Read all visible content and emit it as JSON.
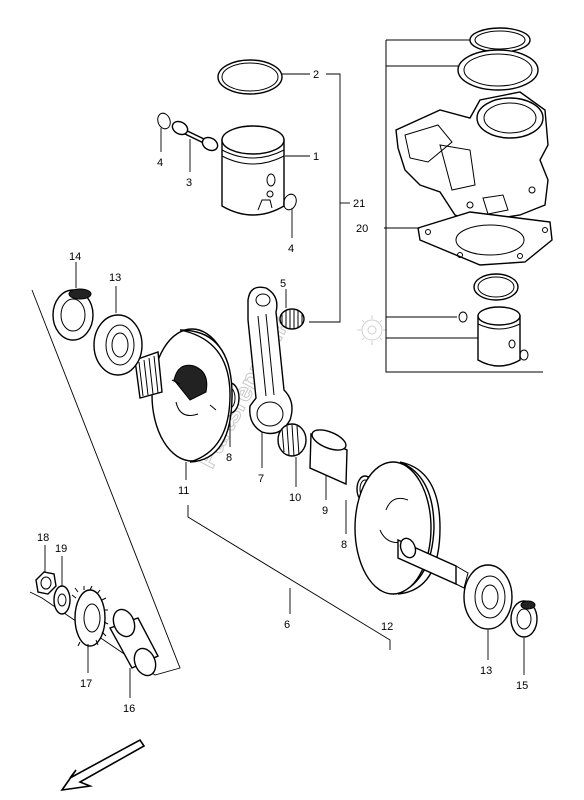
{
  "watermark": "Partsrepublik",
  "callouts": {
    "c1": "1",
    "c2": "2",
    "c3": "3",
    "c4a": "4",
    "c4b": "4",
    "c5": "5",
    "c6": "6",
    "c7": "7",
    "c8a": "8",
    "c8b": "8",
    "c9": "9",
    "c10": "10",
    "c11": "11",
    "c12": "12",
    "c13a": "13",
    "c13b": "13",
    "c14": "14",
    "c15": "15",
    "c16": "16",
    "c17": "17",
    "c18": "18",
    "c19": "19",
    "c20": "20",
    "c21": "21"
  },
  "icons": {
    "direction": "direction-arrow-icon",
    "logo": "sun-logo-icon"
  },
  "colors": {
    "line": "#000000",
    "watermark": "#c8c8c8"
  }
}
